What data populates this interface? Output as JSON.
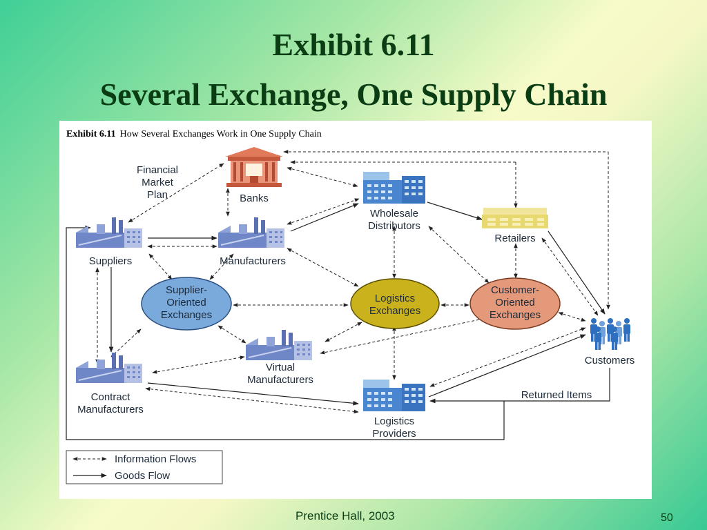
{
  "slide": {
    "title_line1": "Exhibit 6.11",
    "title_line2": "Several Exchange, One Supply Chain",
    "footer_source": "Prentice Hall, 2003",
    "page_number": "50"
  },
  "figure": {
    "caption_bold": "Exhibit 6.11",
    "caption_text": "How Several Exchanges Work in One Supply Chain",
    "annotation_financial": [
      "Financial",
      "Market",
      "Plan"
    ],
    "nodes": {
      "banks": "Banks",
      "wholesale": [
        "Wholesale",
        "Distributors"
      ],
      "retailers": "Retailers",
      "suppliers": "Suppliers",
      "manufacturers": "Manufacturers",
      "supplier_ex": [
        "Supplier-",
        "Oriented",
        "Exchanges"
      ],
      "logistics_ex": [
        "Logistics",
        "Exchanges"
      ],
      "customer_ex": [
        "Customer-",
        "Oriented",
        "Exchanges"
      ],
      "customers": "Customers",
      "virtual": [
        "Virtual",
        "Manufacturers"
      ],
      "contract": [
        "Contract",
        "Manufacturers"
      ],
      "logistics_prov": [
        "Logistics",
        "Providers"
      ],
      "returned": "Returned Items"
    },
    "legend": {
      "info": "Information Flows",
      "goods": "Goods Flow"
    },
    "colors": {
      "supplier_ex": "#7aa9dc",
      "logistics_ex": "#c9b21c",
      "customer_ex": "#e49a7a",
      "banks": "#e07a5a",
      "retail": "#e8d870",
      "factory": "#6f87c6",
      "buildings": "#4a86cf",
      "customers": "#2f6fc0"
    }
  }
}
